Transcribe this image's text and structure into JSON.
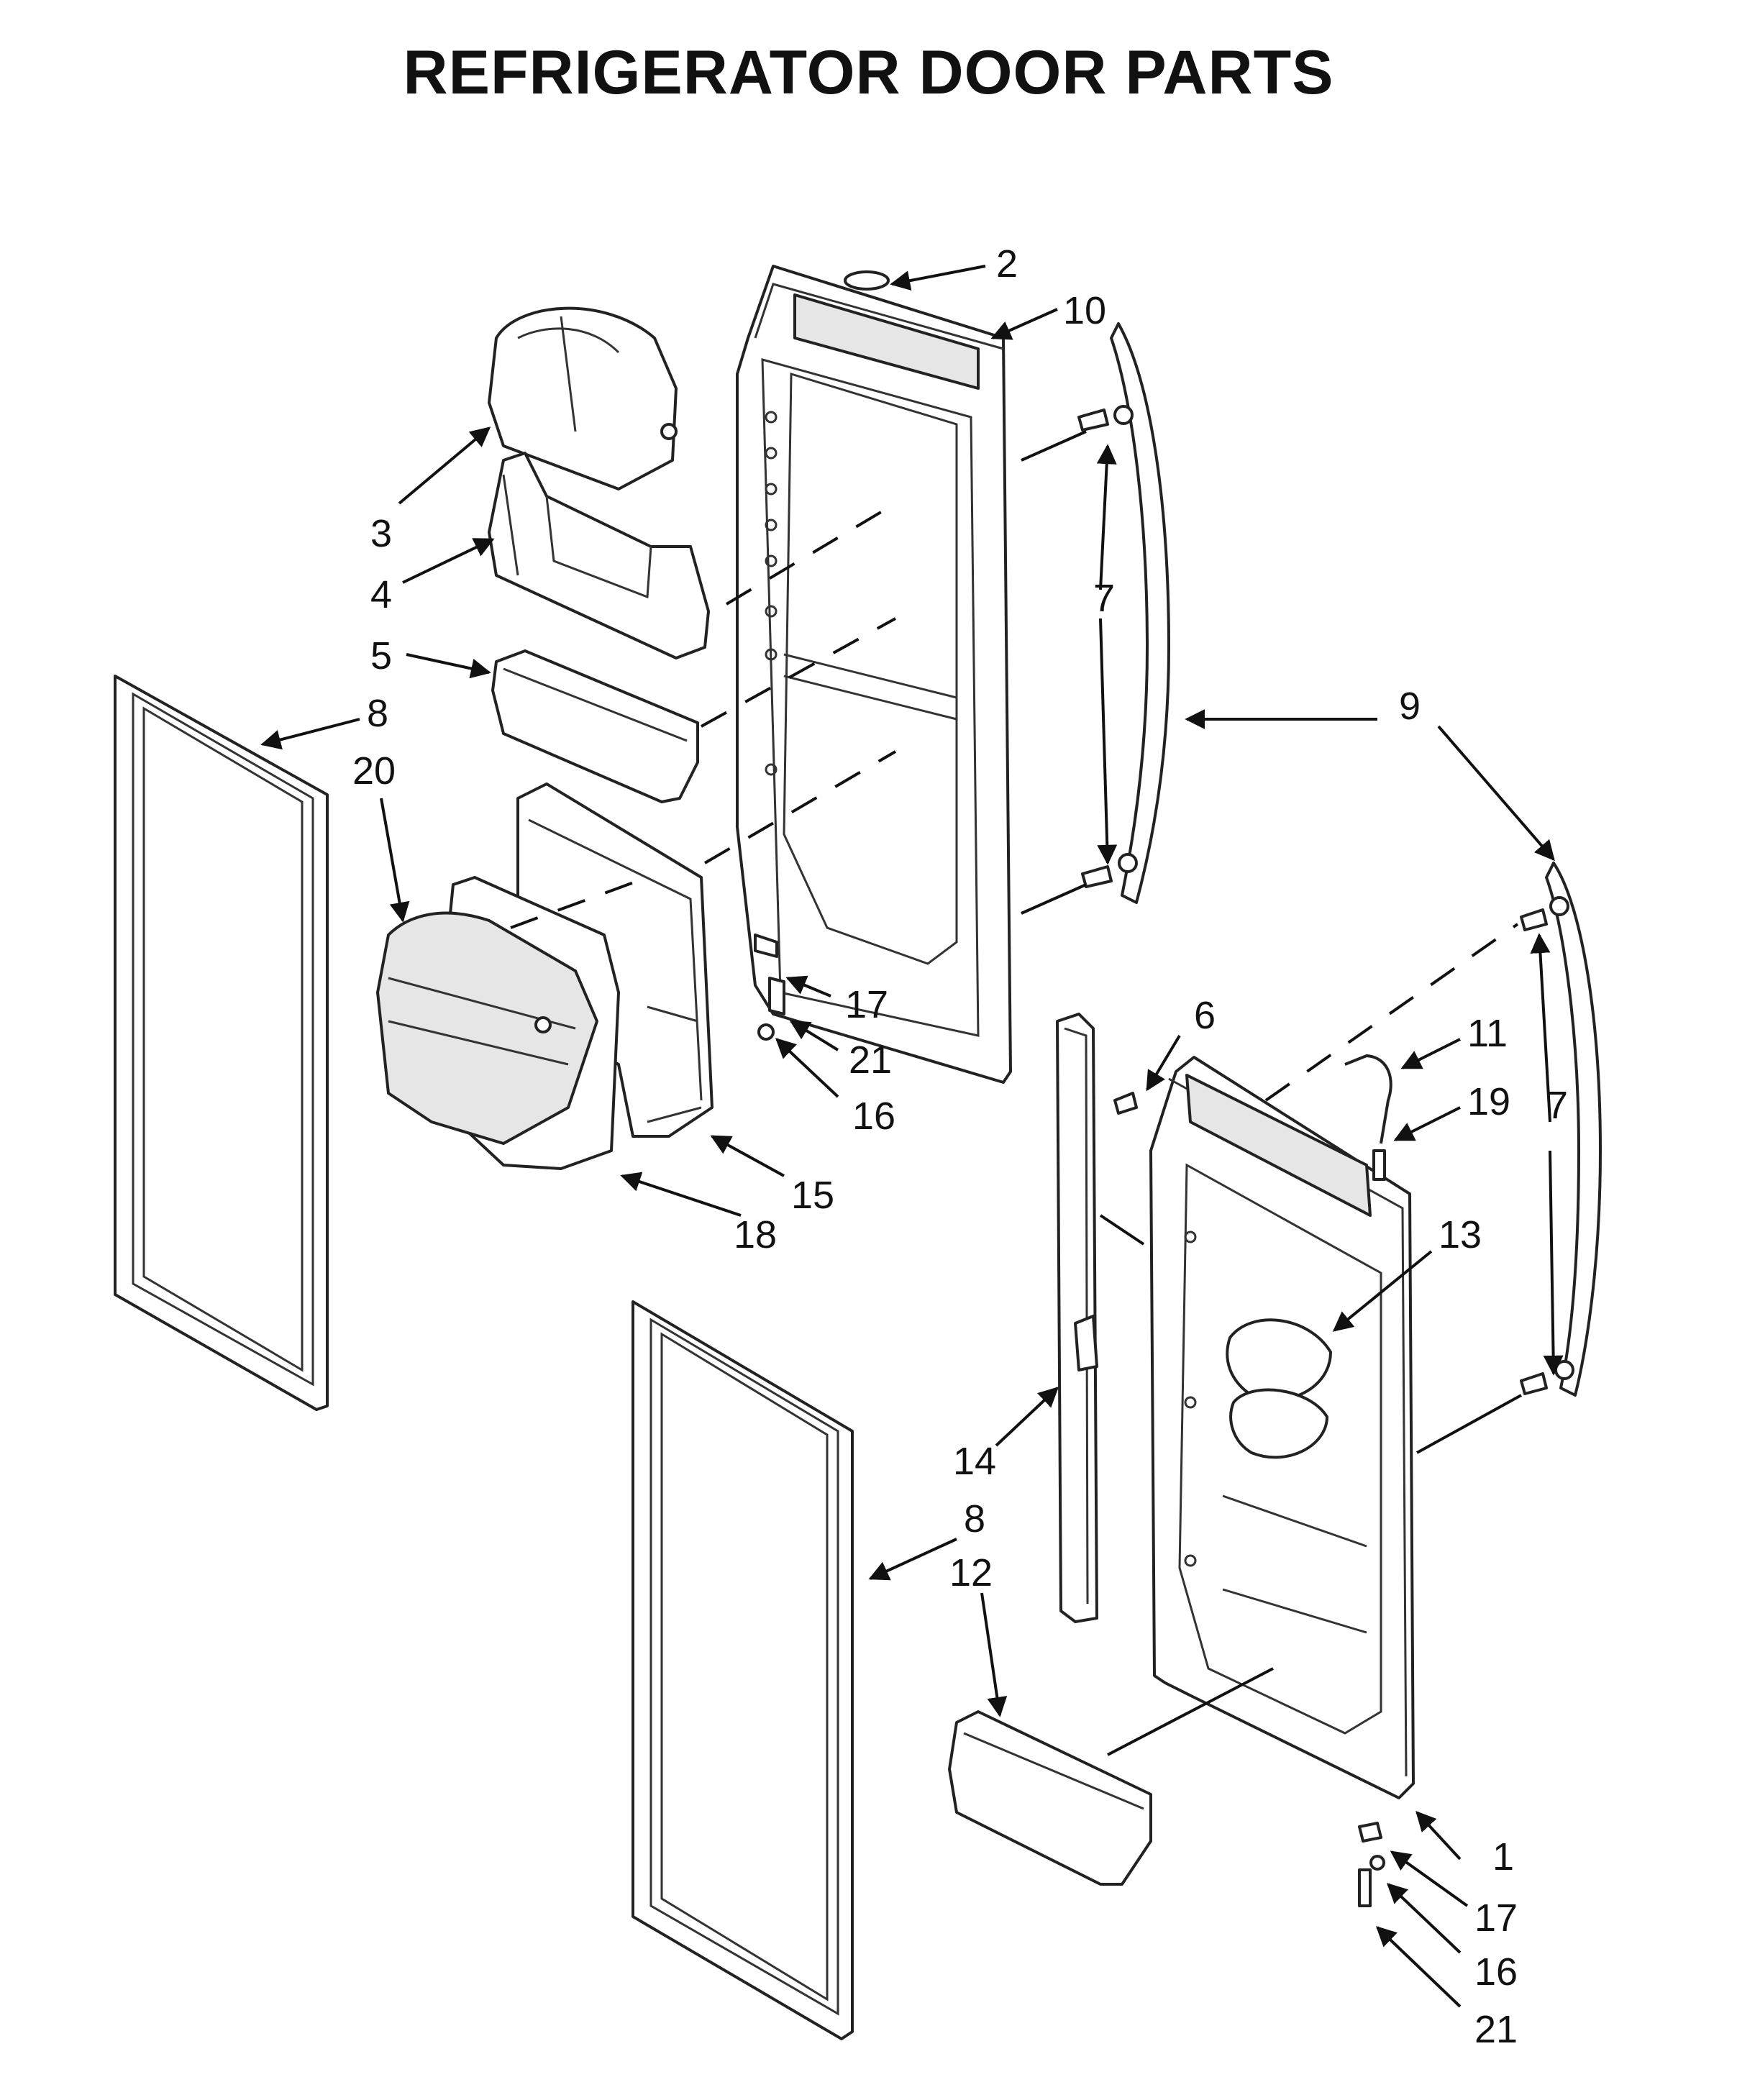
{
  "title": "REFRIGERATOR DOOR PARTS",
  "callouts": {
    "c1": "1",
    "c2": "2",
    "c3": "3",
    "c4": "4",
    "c5": "5",
    "c6": "6",
    "c7a": "7",
    "c7b": "7",
    "c8a": "8",
    "c8b": "8",
    "c9": "9",
    "c10": "10",
    "c11": "11",
    "c12": "12",
    "c13": "13",
    "c14": "14",
    "c15": "15",
    "c16a": "16",
    "c16b": "16",
    "c17a": "17",
    "c17b": "17",
    "c18": "18",
    "c19": "19",
    "c20": "20",
    "c21a": "21",
    "c21b": "21"
  }
}
